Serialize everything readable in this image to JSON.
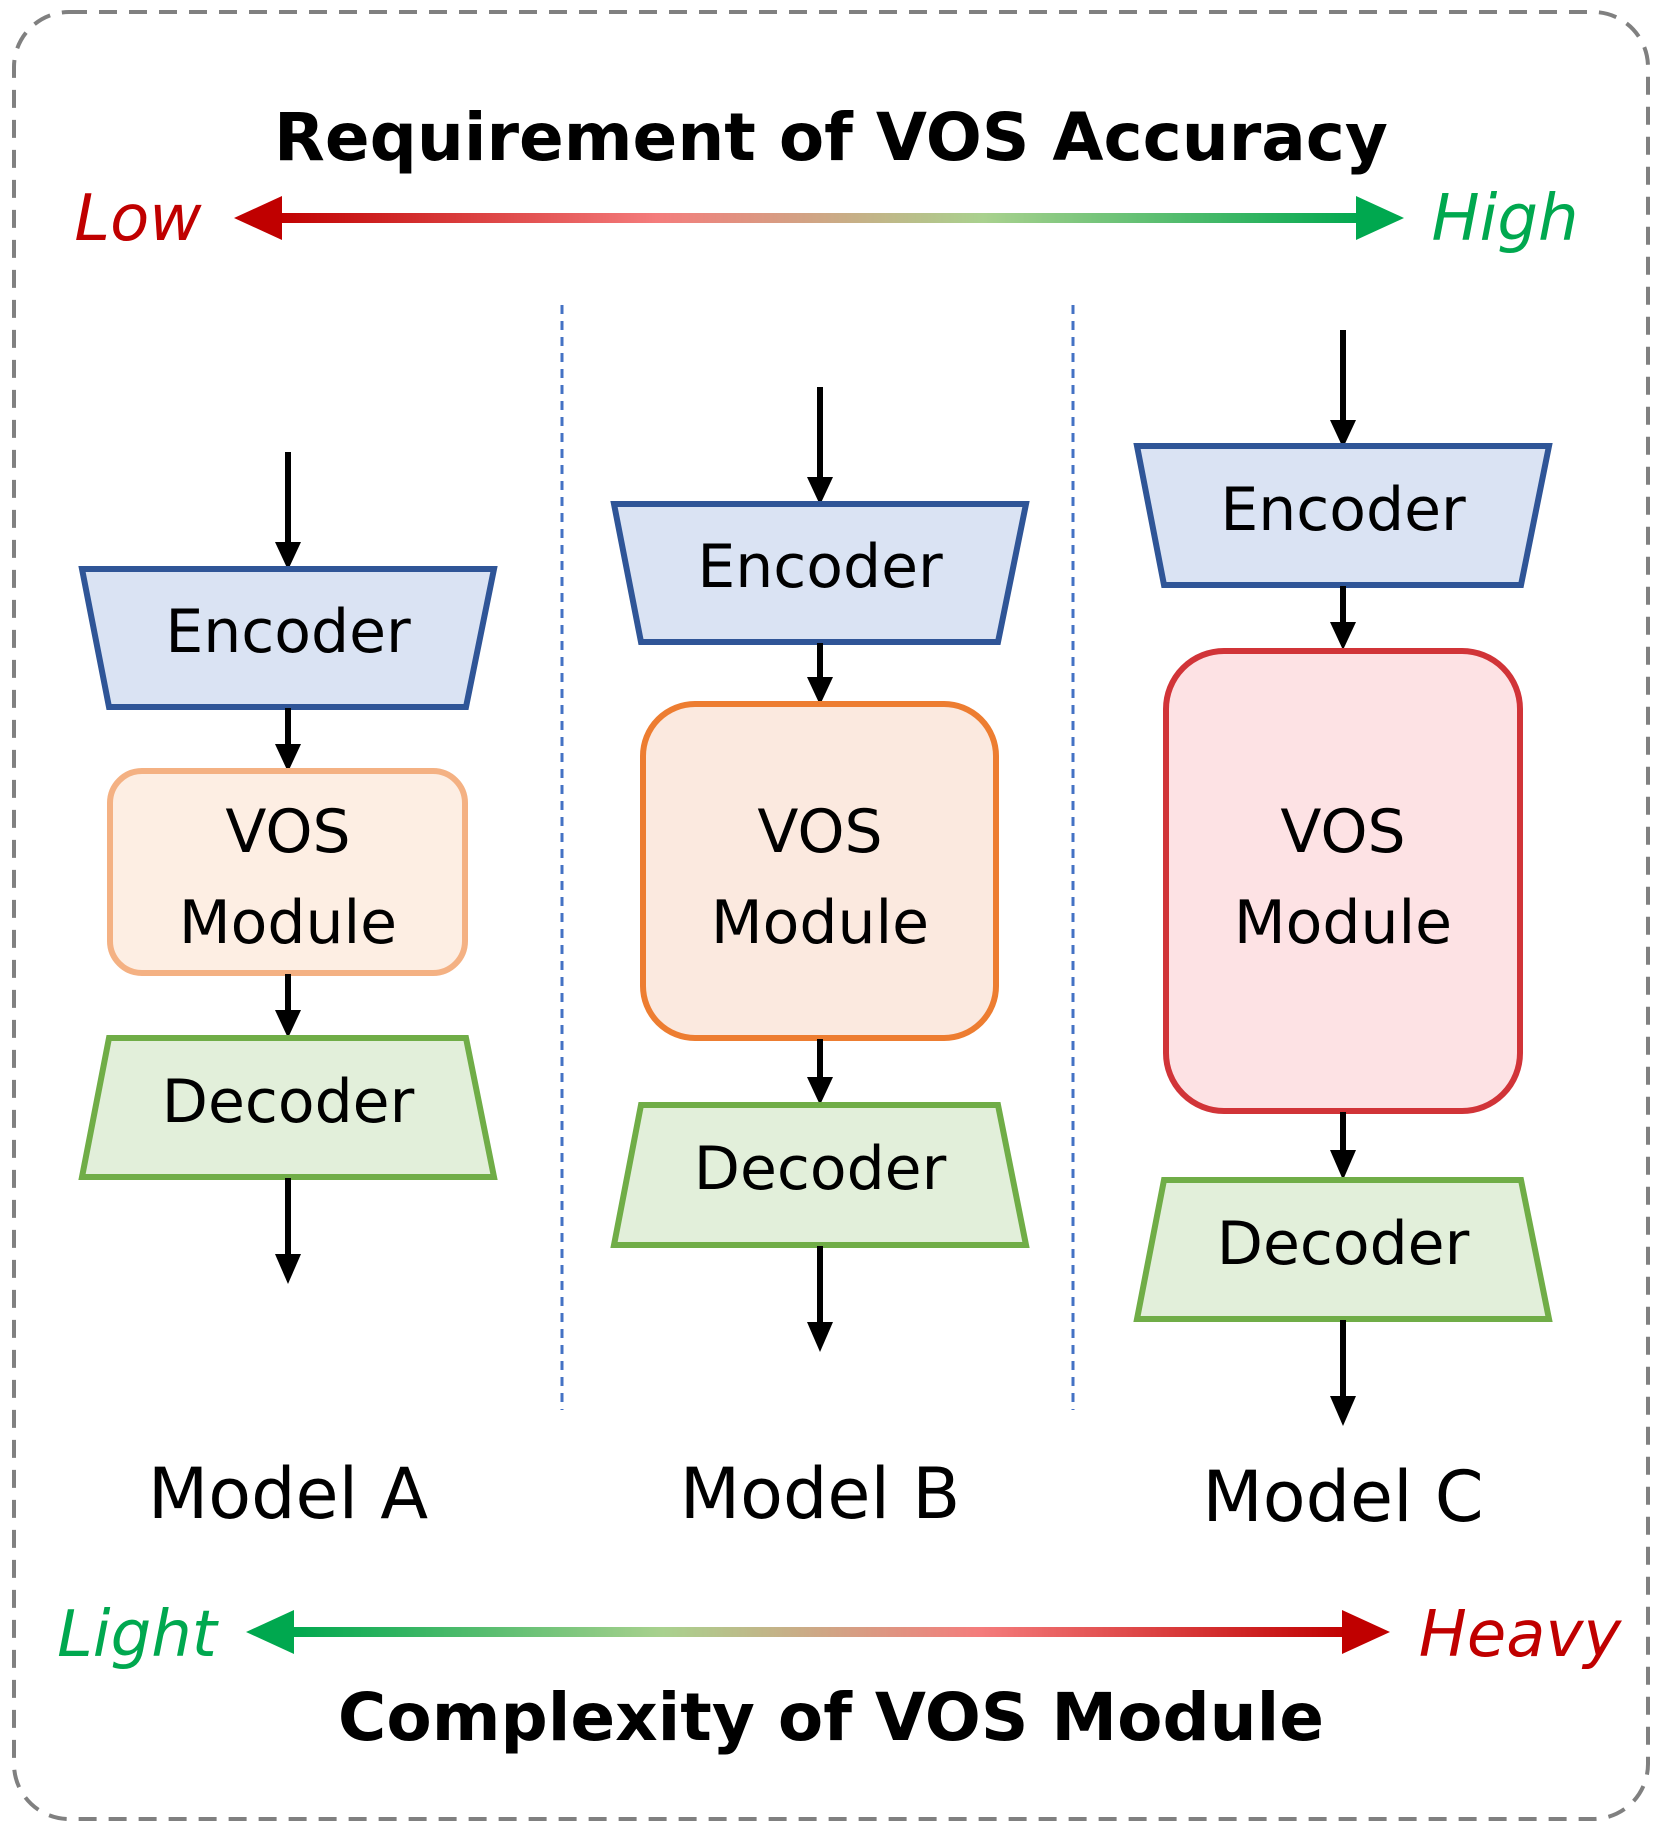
{
  "top_scale": {
    "title": "Requirement of VOS Accuracy",
    "left_label": "Low",
    "right_label": "High",
    "left_color": "#c00000",
    "right_color": "#00a84f"
  },
  "bottom_scale": {
    "title": "Complexity of VOS Module",
    "left_label": "Light",
    "right_label": "Heavy",
    "left_color": "#00a84f",
    "right_color": "#c00000"
  },
  "models": [
    {
      "name": "Model A",
      "encoder": "Encoder",
      "module_line1": "VOS",
      "module_line2": "Module",
      "decoder": "Decoder",
      "module_fill": "#fdeee3",
      "module_stroke": "#f4b183"
    },
    {
      "name": "Model B",
      "encoder": "Encoder",
      "module_line1": "VOS",
      "module_line2": "Module",
      "decoder": "Decoder",
      "module_fill": "#fbe9df",
      "module_stroke": "#ed7d31"
    },
    {
      "name": "Model C",
      "encoder": "Encoder",
      "module_line1": "VOS",
      "module_line2": "Module",
      "decoder": "Decoder",
      "module_fill": "#fde2e4",
      "module_stroke": "#d13438"
    }
  ],
  "colors": {
    "encoder_fill": "#dae3f3",
    "encoder_stroke": "#2f5597",
    "decoder_fill": "#e2efda",
    "decoder_stroke": "#70ad47",
    "divider": "#4472c4",
    "frame": "#808080"
  }
}
